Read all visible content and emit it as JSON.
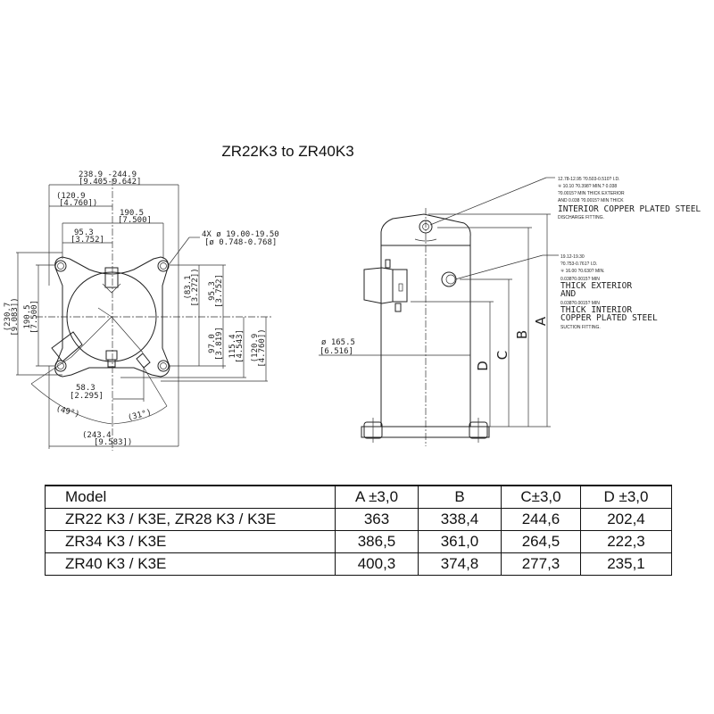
{
  "title": "ZR22K3 to ZR40K3",
  "top_view": {
    "overall_width": [
      "238.9 -244.9",
      "[9.405-9.642]"
    ],
    "half_width": [
      "(120.9",
      "[4.760])"
    ],
    "bolt_spacing_x": [
      "190.5",
      "[7.500]"
    ],
    "half_bolt_x": [
      "95.3",
      "[3.752]"
    ],
    "holes": [
      "4X ø 19.00-19.50",
      "[ø 0.748-0.768]"
    ],
    "overall_height": [
      "(230.7",
      "[9.083])"
    ],
    "bolt_spacing_y": [
      "190.5",
      "[7.500]"
    ],
    "upper_fitting": [
      "(83.1",
      "[3.272])"
    ],
    "half_bolt_y": [
      "95.3",
      "[3.752]"
    ],
    "lower_1": [
      "97.0",
      "[3.819]"
    ],
    "lower_2": [
      "115.4",
      "[4.543]"
    ],
    "lower_3": [
      "(120.9",
      "[4.760])"
    ],
    "offset": [
      "58.3",
      "[2.295]"
    ],
    "angle_left": "(49°)",
    "angle_right": "(31°)",
    "overall_bottom": [
      "(243.4",
      "[9.583])"
    ]
  },
  "side_view": {
    "diameter": [
      "ø 165.5",
      "[6.516]"
    ],
    "dim_labels": [
      "A",
      "B",
      "C",
      "D"
    ],
    "discharge": {
      "small_lines": [
        "12.78-12.95 ?0.503-0.510? I.D.",
        "∓ 10.10 ?0.398? MIN.? 0.038",
        "?0.0015? MIN THICK EXTERIOR",
        "AND 0.038 ?0.0015? MIN THICK"
      ],
      "big_line": "INTERIOR COPPER PLATED STEEL",
      "caption": "DISCHARGE FITTING."
    },
    "suction": {
      "lines": [
        "19.12-19.30",
        "?0.753-0.761? I.D.",
        "∓ 16.00 ?0.630? MIN.",
        "0.038?0.0015? MIN"
      ],
      "big1": "THICK EXTERIOR",
      "big2": "AND",
      "small2": "0.038?0.0015? MIN",
      "big3": "THICK INTERIOR",
      "big4": "COPPER PLATED STEEL",
      "caption": "SUCTION FITTING."
    }
  },
  "table": {
    "headers": [
      "Model",
      "A ±3,0",
      "B",
      "C±3,0",
      "D ±3,0"
    ],
    "rows": [
      [
        "ZR22 K3 / K3E, ZR28 K3 / K3E",
        "363",
        "338,4",
        "244,6",
        "202,4"
      ],
      [
        "ZR34 K3 / K3E",
        "386,5",
        "361,0",
        "264,5",
        "222,3"
      ],
      [
        "ZR40 K3 / K3E",
        "400,3",
        "374,8",
        "277,3",
        "235,1"
      ]
    ]
  }
}
